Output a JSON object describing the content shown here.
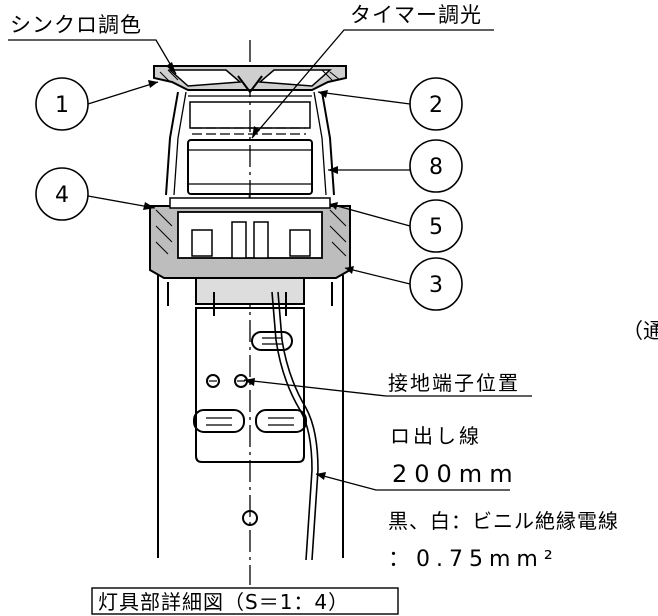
{
  "labels": {
    "synchro_dimming": "シンクロ調色",
    "timer_dimming": "タイマー調光",
    "ground_terminal": "接地端子位置",
    "lead_wire": "ロ出し線",
    "lead_length": "200mm",
    "wire_spec": "黒、白：ビニル絶縁電線",
    "wire_size": "：0.75mm²",
    "cut_off_text": "（通",
    "title": "灯具部詳細図（S＝1：4）"
  },
  "callouts": [
    "1",
    "2",
    "8",
    "4",
    "5",
    "3"
  ]
}
